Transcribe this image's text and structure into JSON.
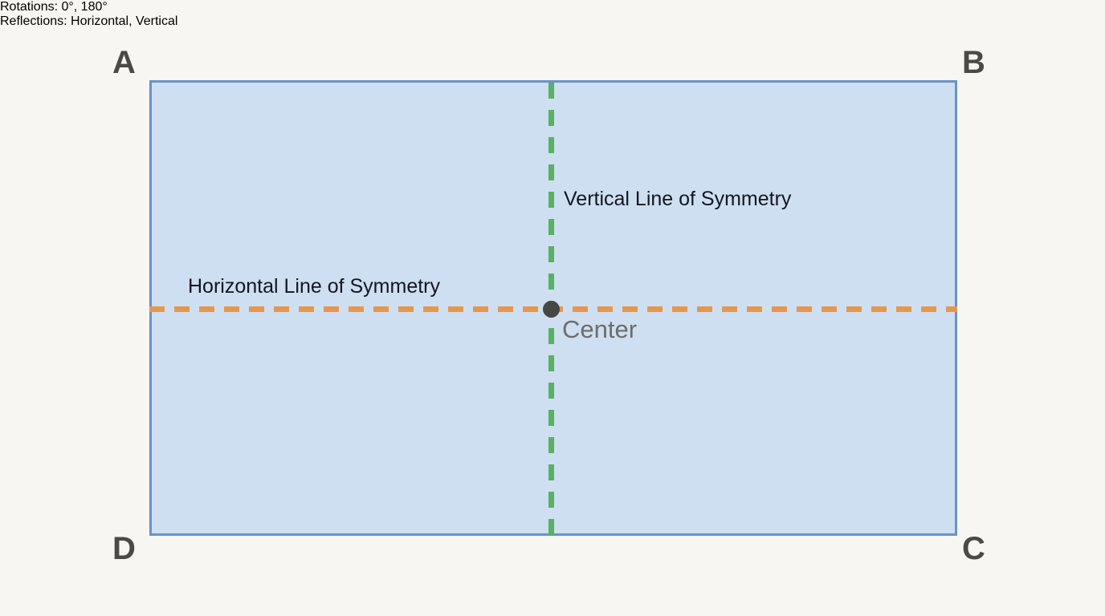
{
  "figure": {
    "type": "rectangle-symmetry-diagram",
    "title_top": "Rotations: 0°, 180°",
    "title_bottom": "Reflections: Horizontal, Vertical"
  },
  "vertices": [
    {
      "label": "A",
      "position": "top-left"
    },
    {
      "label": "B",
      "position": "top-right"
    },
    {
      "label": "C",
      "position": "bottom-right"
    },
    {
      "label": "D",
      "position": "bottom-left"
    }
  ],
  "symmetry_lines": [
    {
      "label": "Vertical Line of Symmetry",
      "orientation": "vertical",
      "color": "#57b262",
      "style": "dashed"
    },
    {
      "label": "Horizontal Line of Symmetry",
      "orientation": "horizontal",
      "color": "#e7974b",
      "style": "dashed"
    }
  ],
  "center": {
    "label": "Center",
    "color": "#474744"
  },
  "colors": {
    "background": "#f7f6f2",
    "shape_fill": "#cfdff2",
    "shape_stroke": "#6a92c9",
    "vertical_line": "#57b262",
    "horizontal_line": "#e7974b",
    "center_dot": "#474744",
    "caption_text": "#45443f",
    "label_text": "#111622",
    "center_text": "#6d6d6b"
  }
}
